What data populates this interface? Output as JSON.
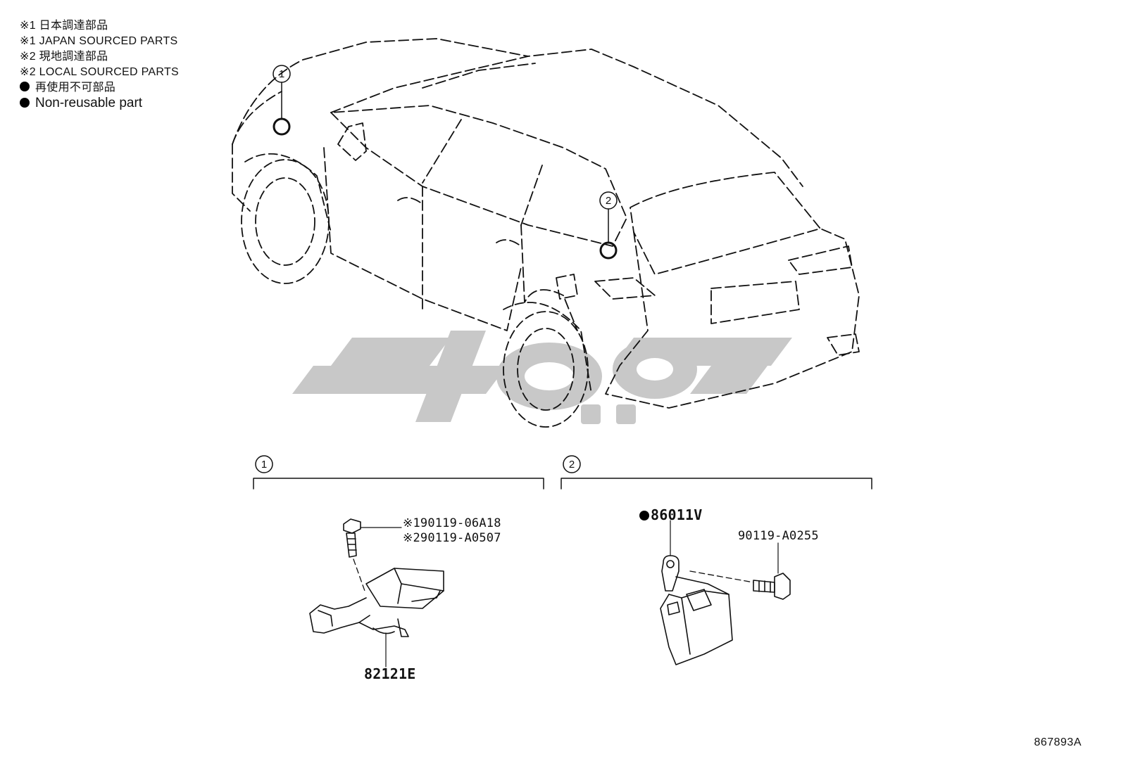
{
  "legend": {
    "line1": "※1 日本調達部品",
    "line2": "※1 JAPAN SOURCED PARTS",
    "line3": "※2 現地調達部品",
    "line4": "※2 LOCAL SOURCED PARTS",
    "line5": "再使用不可部品",
    "line6": "Non-reusable part"
  },
  "callouts": {
    "c1": "1",
    "c2": "2"
  },
  "section1": {
    "label": "1",
    "bolt_a": "※190119-06A18",
    "bolt_b": "※290119-A0507",
    "part": "82121E"
  },
  "section2": {
    "label": "2",
    "part": "86011V",
    "bolt": "90119-A0255"
  },
  "reference": "867893A",
  "colors": {
    "line": "#111111",
    "watermark": "#c8c8c8"
  }
}
